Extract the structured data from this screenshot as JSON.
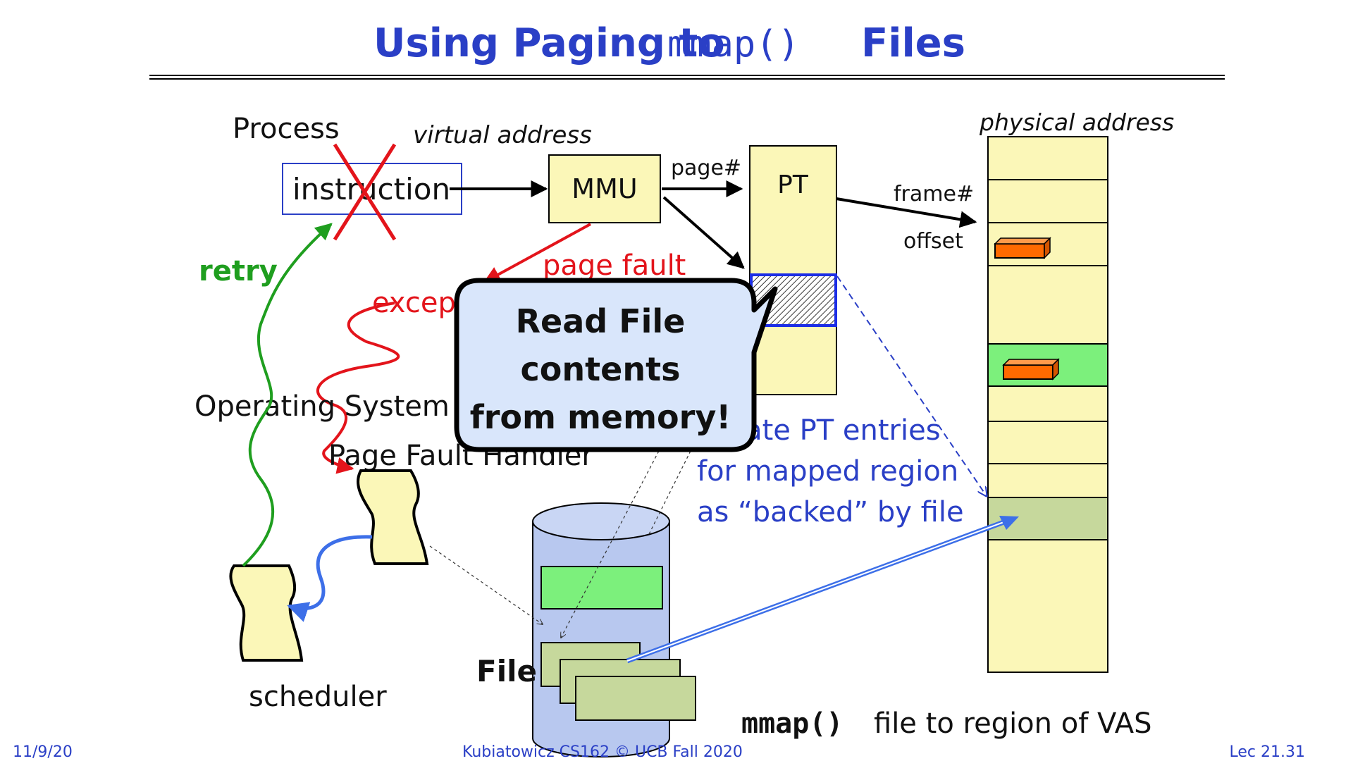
{
  "title": {
    "prefix": "Using Paging to",
    "code": "mmap()",
    "suffix": "Files"
  },
  "labels": {
    "process": "Process",
    "virtual_address": "virtual address",
    "physical_address": "physical address",
    "instruction": "instruction",
    "mmu": "MMU",
    "page_num": "page#",
    "pt": "PT",
    "frame_num": "frame#",
    "offset": "offset",
    "page_fault": "page fault",
    "exception": "exception",
    "retry": "retry",
    "operating_system": "Operating System",
    "page_fault_handler": "Page Fault Handler",
    "scheduler": "scheduler",
    "file": "File",
    "create_pt_entries": [
      "Create PT entries",
      "for mapped region",
      "as “backed” by file"
    ],
    "mmap_code": "mmap()",
    "mmap_caption": "file to region of VAS"
  },
  "callout": {
    "lines": [
      "Read File",
      "contents",
      "from memory!"
    ]
  },
  "footer": {
    "date": "11/9/20",
    "course": "Kubiatowicz CS162 © UCB Fall 2020",
    "lecture": "Lec 21.31"
  },
  "colors": {
    "title_blue": "#2a3fc6",
    "box_yellow": "#fbf7b8",
    "green_frame": "#7cf07c",
    "file_block": "#c6d89c",
    "orange_block": "#ff6a00",
    "retry_green": "#1f9e1f",
    "fault_red": "#e3141b",
    "link_blue": "#3d6fe8",
    "callout_fill": "#d9e6fb",
    "disk_fill": "#b8c8ef"
  }
}
